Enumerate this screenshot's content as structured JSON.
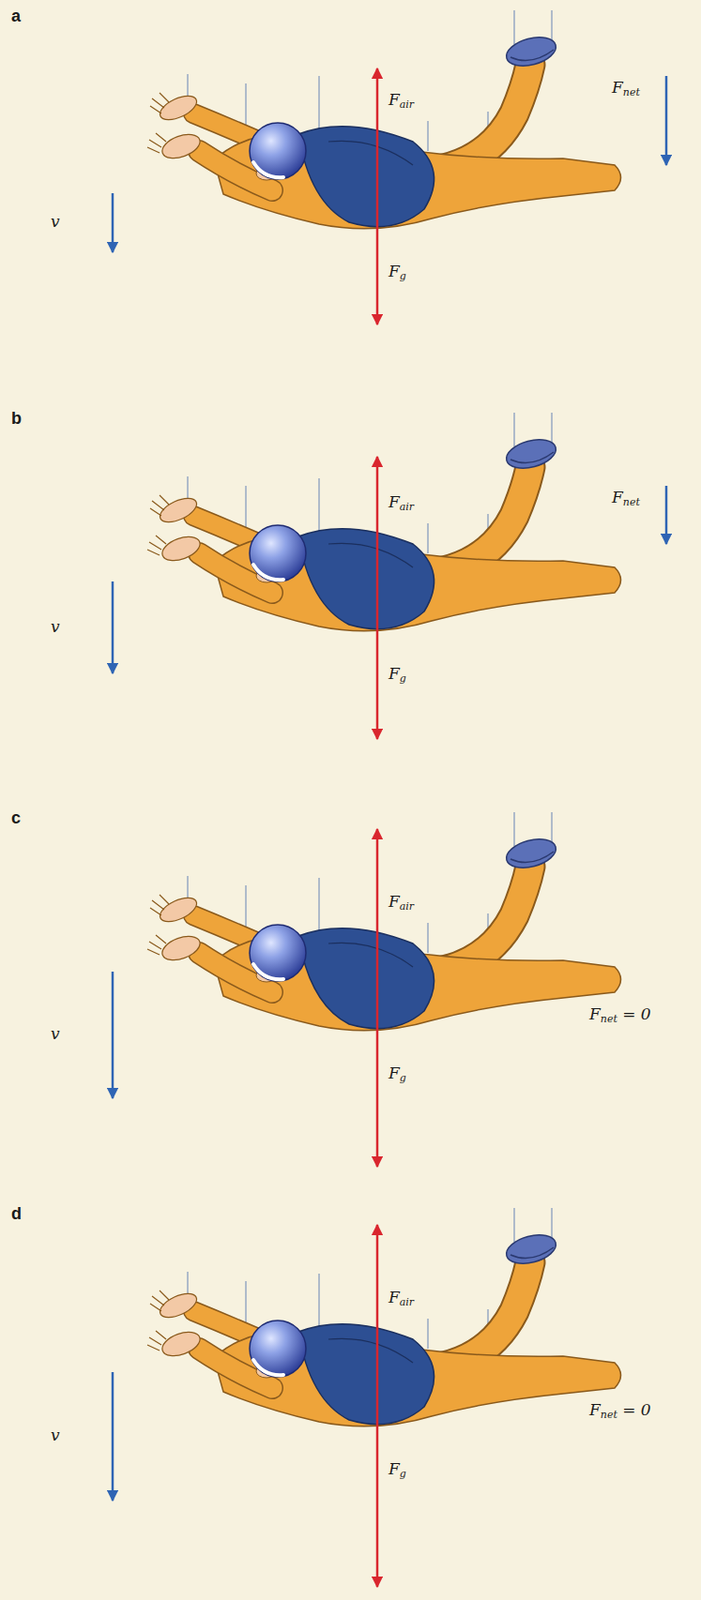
{
  "diagram": {
    "labels": [
      "a",
      "Fair",
      "Fnet",
      "v",
      "Fg",
      "b",
      "Fair",
      "Fnet",
      "v",
      "Fg",
      "c",
      "Fair",
      "Fnet = 0",
      "v",
      "Fg",
      "d",
      "Fair",
      "Fnet = 0",
      "v",
      "Fg"
    ]
  }
}
